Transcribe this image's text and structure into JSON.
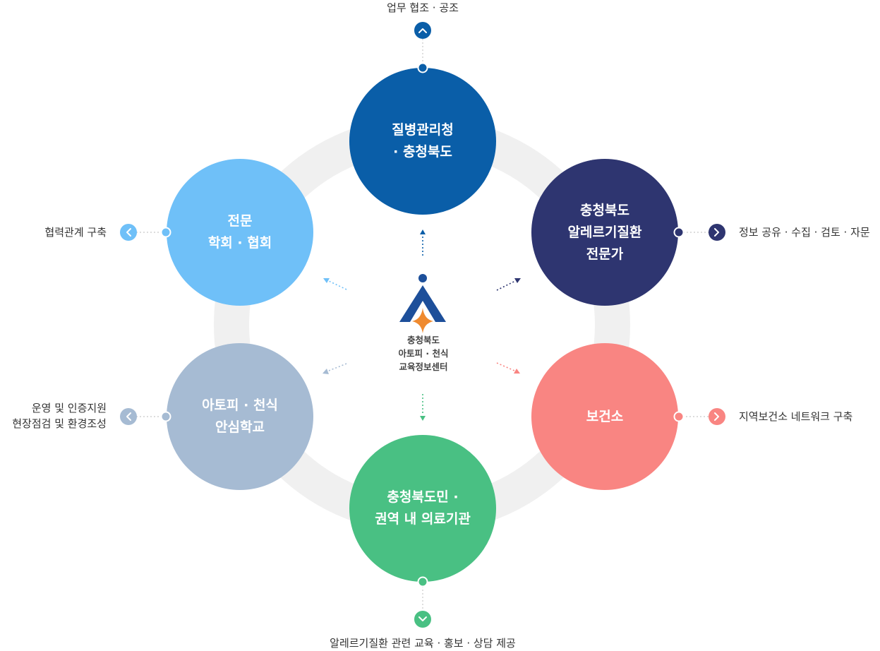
{
  "center": {
    "lines": [
      "충청북도",
      "아토피 · 천식",
      "교육정보센터"
    ]
  },
  "nodes": {
    "top": {
      "lines": [
        "질병관리청",
        "· 충청북도"
      ],
      "color": "#0a5ea8",
      "caption": "업무 협조 · 공조",
      "arrow": "chevron-up-icon"
    },
    "upper_right": {
      "lines": [
        "충청북도",
        "알레르기질환",
        "전문가"
      ],
      "color": "#2e3570",
      "caption": "정보 공유 · 수집 · 검토 · 자문",
      "arrow": "chevron-right-icon"
    },
    "lower_right": {
      "lines": [
        "보건소"
      ],
      "color": "#f98582",
      "caption": "지역보건소 네트워크 구축",
      "arrow": "chevron-right-icon"
    },
    "bottom": {
      "lines": [
        "충청북도민 ·",
        "권역 내 의료기관"
      ],
      "color": "#49c083",
      "caption": "알레르기질환 관련 교육 · 홍보 · 상담 제공",
      "arrow": "chevron-down-icon"
    },
    "lower_left": {
      "lines": [
        "아토피 · 천식",
        "안심학교"
      ],
      "color": "#a6bbd3",
      "caption_lines": [
        "운영 및 인증지원",
        "현장점검 및 환경조성"
      ],
      "arrow": "chevron-left-icon"
    },
    "upper_left": {
      "lines": [
        "전문",
        "학회 · 협회"
      ],
      "color": "#6fc0f8",
      "caption": "협력관계 구축",
      "arrow": "chevron-left-icon"
    }
  },
  "colors": {
    "ring": "#f0f0f0",
    "logo_blue": "#1d4f9a",
    "logo_star": "#ef8a2f",
    "dots": "#bbbbbb"
  }
}
